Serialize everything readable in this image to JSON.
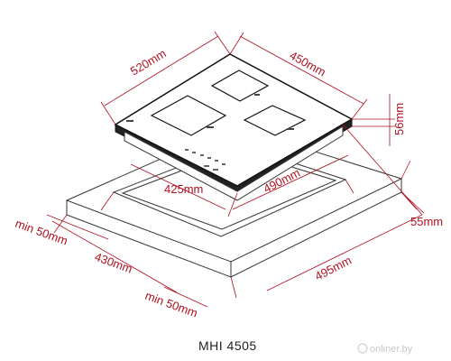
{
  "product": {
    "model": "MHI 4505"
  },
  "dimensions": {
    "top_width": "520mm",
    "top_depth": "450mm",
    "glass_height": "56mm",
    "cutout_depth": "425mm",
    "cutout_width": "490mm",
    "front_margin": "min 50mm",
    "cutout_depth_counter": "430mm",
    "counter_depth": "495mm",
    "rear_margin": "55mm",
    "side_margin": "min 50mm"
  },
  "watermark": "onliner.by",
  "colors": {
    "dimension": "#b01020",
    "outline": "#1a1a1a",
    "surface": "#ffffff"
  }
}
